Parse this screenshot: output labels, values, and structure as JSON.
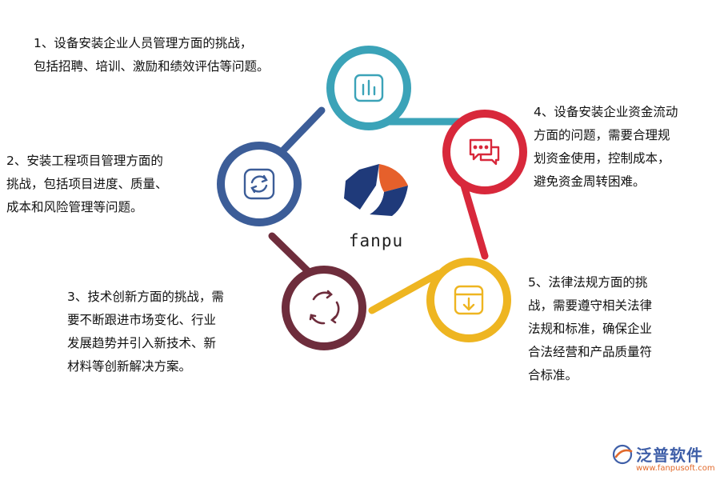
{
  "items": [
    {
      "id": 1,
      "text": "1、设备安装企业人员管理方面的挑战，\n包括招聘、培训、激励和绩效评估等问题。",
      "color": "#3ba3b8",
      "icon": "bar-chart-icon"
    },
    {
      "id": 2,
      "text": "2、安装工程项目管理方面的\n挑战，包括项目进度、质量、\n成本和风险管理等问题。",
      "color": "#3c5d98",
      "icon": "refresh-cycle-icon"
    },
    {
      "id": 3,
      "text": "3、技术创新方面的挑战，需\n要不断跟进市场变化、行业\n发展趋势并引入新技术、新\n材料等创新解决方案。",
      "color": "#6e2d3c",
      "icon": "arrows-cycle-icon"
    },
    {
      "id": 4,
      "text": "4、设备安装企业资金流动\n方面的问题，需要合理规\n划资金使用，控制成本，\n避免资金周转困难。",
      "color": "#d8283b",
      "icon": "chat-bubbles-icon"
    },
    {
      "id": 5,
      "text": "5、法律法规方面的挑\n战，需要遵守相关法律\n法规和标准，确保企业\n合法经营和产品质量符\n合标准。",
      "color": "#eeb521",
      "icon": "download-box-icon"
    }
  ],
  "center": {
    "logo_text": "fanpu"
  },
  "brand": {
    "name": "泛普软件",
    "url": "www.fanpusoft.com"
  }
}
